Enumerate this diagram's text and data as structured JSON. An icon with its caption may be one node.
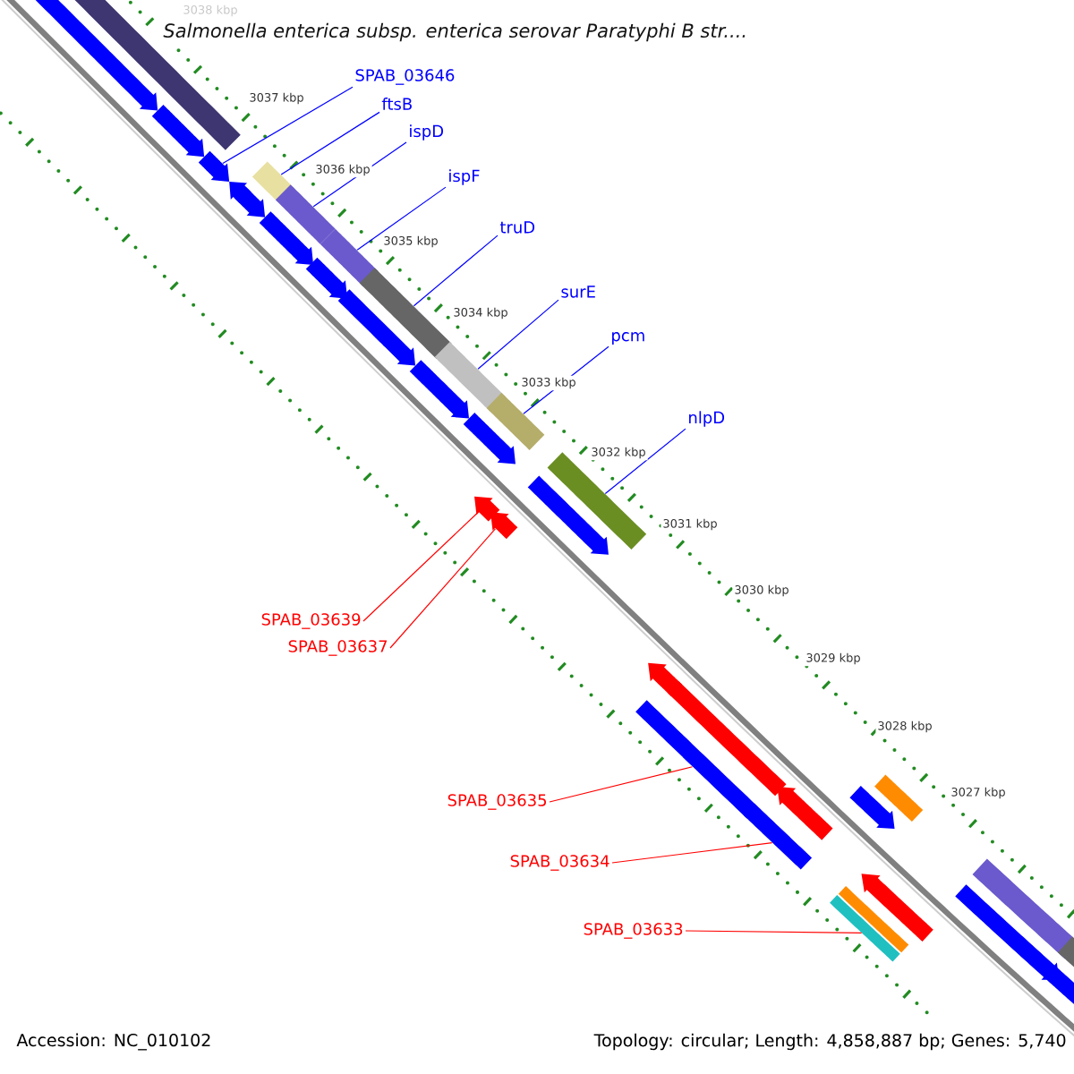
{
  "diagram": {
    "title": "Salmonella enterica subsp. enterica serovar Paratyphi B str....",
    "nodes": [
      {
        "text": [
          "SPAB_03646"
        ]
      },
      {
        "text": [
          "ftsB"
        ]
      },
      {
        "text": [
          "ispD"
        ]
      },
      {
        "text": [
          "ispF"
        ]
      },
      {
        "text": [
          "truD"
        ]
      },
      {
        "text": [
          "surE"
        ]
      },
      {
        "text": [
          "pcm"
        ]
      },
      {
        "text": [
          "nlpD"
        ]
      },
      {
        "text": [
          "SPAB_03639"
        ]
      },
      {
        "text": [
          "SPAB_03637"
        ]
      },
      {
        "text": [
          "SPAB_03635"
        ]
      },
      {
        "text": [
          "SPAB_03634"
        ]
      },
      {
        "text": [
          "SPAB_03633"
        ]
      },
      {
        "text": [],
        "shape": "arrow"
      },
      {
        "text": [],
        "shape": "bar"
      },
      {
        "text": [],
        "shape": "bar"
      },
      {
        "text": [],
        "shape": "bar"
      },
      {
        "text": [],
        "shape": "bar"
      },
      {
        "text": [],
        "shape": "bar"
      },
      {
        "text": [],
        "shape": "bar"
      },
      {
        "text": [],
        "shape": "bar"
      },
      {
        "text": [],
        "shape": "arrow"
      },
      {
        "text": [],
        "shape": "arrow"
      },
      {
        "text": [],
        "shape": "bar"
      },
      {
        "text": [],
        "shape": "bar"
      },
      {
        "text": [],
        "shape": "bar"
      },
      {
        "text": [],
        "shape": "arrow"
      },
      {
        "text": [],
        "shape": "arrow"
      },
      {
        "text": [],
        "shape": "arrow"
      },
      {
        "text": [],
        "shape": "arrow"
      },
      {
        "text": [],
        "shape": "arrow"
      },
      {
        "text": [],
        "shape": "arrow"
      },
      {
        "text": [],
        "shape": "arrow"
      },
      {
        "text": [],
        "shape": "arrow"
      },
      {
        "text": [],
        "shape": "arrow"
      },
      {
        "text": [],
        "shape": "arrow"
      },
      {
        "text": [],
        "shape": "arrow"
      },
      {
        "text": [],
        "shape": "arrow"
      },
      {
        "text": [],
        "shape": "arrow"
      },
      {
        "text": [],
        "shape": "bar"
      },
      {
        "text": [],
        "shape": "bar"
      },
      {
        "text": [],
        "shape": "bar"
      },
      {
        "text": [],
        "shape": "bar"
      },
      {
        "text": [],
        "shape": "arrow"
      },
      {
        "text": [],
        "shape": "bar"
      },
      {
        "text": [],
        "shape": "arrow"
      },
      {
        "text": [],
        "shape": "arrow"
      },
      {
        "text": [],
        "shape": "bar"
      }
    ],
    "edges": [
      {
        "from": 0,
        "to": 13,
        "arrow": "none"
      },
      {
        "from": 1,
        "to": 14,
        "arrow": "none"
      },
      {
        "from": 2,
        "to": 15,
        "arrow": "none"
      },
      {
        "from": 3,
        "to": 16,
        "arrow": "none"
      },
      {
        "from": 4,
        "to": 17,
        "arrow": "none"
      },
      {
        "from": 5,
        "to": 18,
        "arrow": "none"
      },
      {
        "from": 6,
        "to": 19,
        "arrow": "none"
      },
      {
        "from": 7,
        "to": 20,
        "arrow": "none"
      },
      {
        "from": 8,
        "to": 21,
        "arrow": "none",
        "color": "#ff0000"
      },
      {
        "from": 9,
        "to": 22,
        "arrow": "none",
        "color": "#ff0000"
      },
      {
        "from": 10,
        "to": 23,
        "arrow": "none",
        "color": "#ff0000"
      },
      {
        "from": 11,
        "to": 24,
        "arrow": "none",
        "color": "#ff0000"
      },
      {
        "from": 12,
        "to": 25,
        "arrow": "none",
        "color": "#ff0000"
      }
    ],
    "labels": [
      "3038 kbp",
      "3037 kbp",
      "3036 kbp",
      "3035 kbp",
      "3034 kbp",
      "3033 kbp",
      "3032 kbp",
      "3031 kbp",
      "3030 kbp",
      "3029 kbp",
      "3028 kbp",
      "3027 kbp",
      "Accession: NC_010102",
      "Topology: circular; Length: 4,858,887 bp; Genes: 5,740"
    ]
  }
}
